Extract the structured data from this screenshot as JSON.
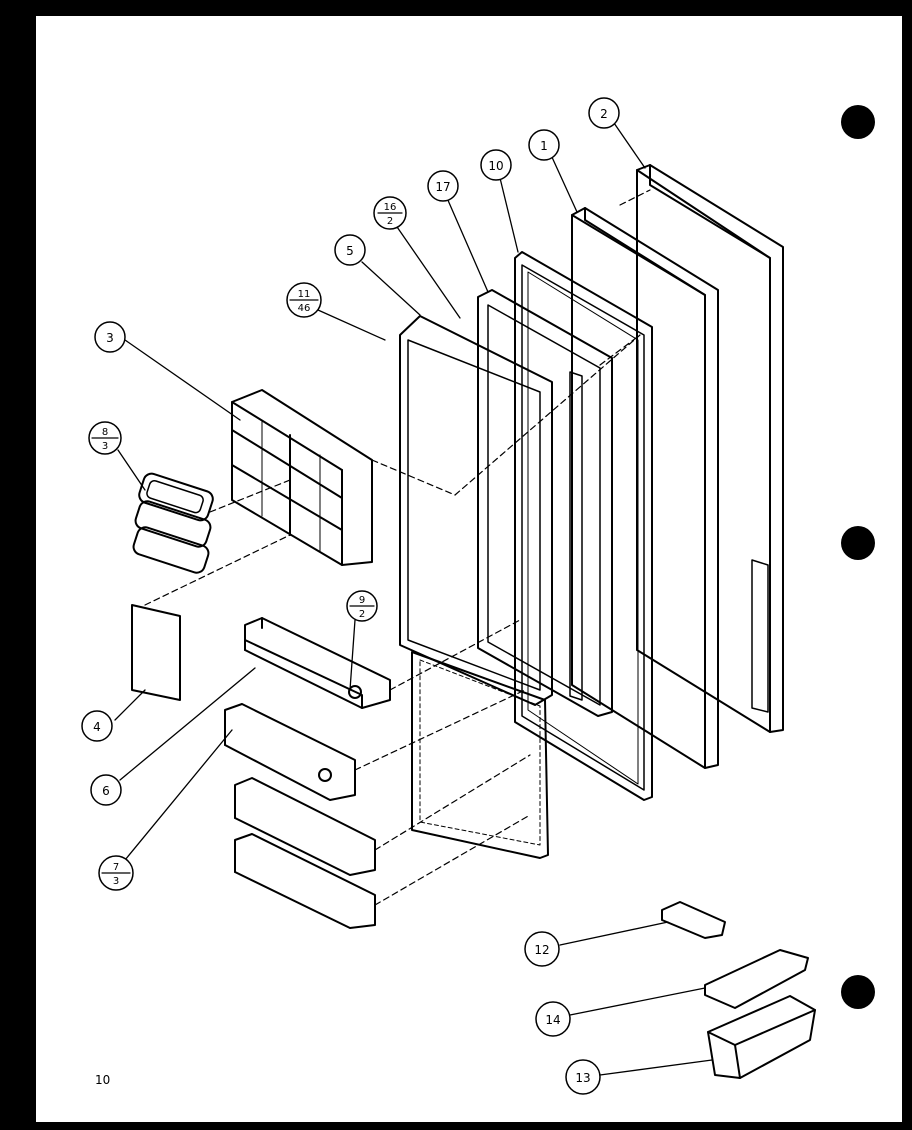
{
  "diagram": {
    "page_number": "10",
    "callouts": [
      {
        "id": "c2",
        "label": "2"
      },
      {
        "id": "c1",
        "label": "1"
      },
      {
        "id": "c10",
        "label": "10"
      },
      {
        "id": "c17",
        "label": "17"
      },
      {
        "id": "c16",
        "label_top": "16",
        "label_bottom": "2"
      },
      {
        "id": "c5",
        "label": "5"
      },
      {
        "id": "c11",
        "label_top": "11",
        "label_bottom": "46"
      },
      {
        "id": "c3",
        "label": "3"
      },
      {
        "id": "c8",
        "label_top": "8",
        "label_bottom": "3"
      },
      {
        "id": "c9",
        "label_top": "9",
        "label_bottom": "2"
      },
      {
        "id": "c4",
        "label": "4"
      },
      {
        "id": "c6",
        "label": "6"
      },
      {
        "id": "c7",
        "label_top": "7",
        "label_bottom": "3"
      },
      {
        "id": "c12",
        "label": "12"
      },
      {
        "id": "c14",
        "label": "14"
      },
      {
        "id": "c13",
        "label": "13"
      }
    ]
  }
}
